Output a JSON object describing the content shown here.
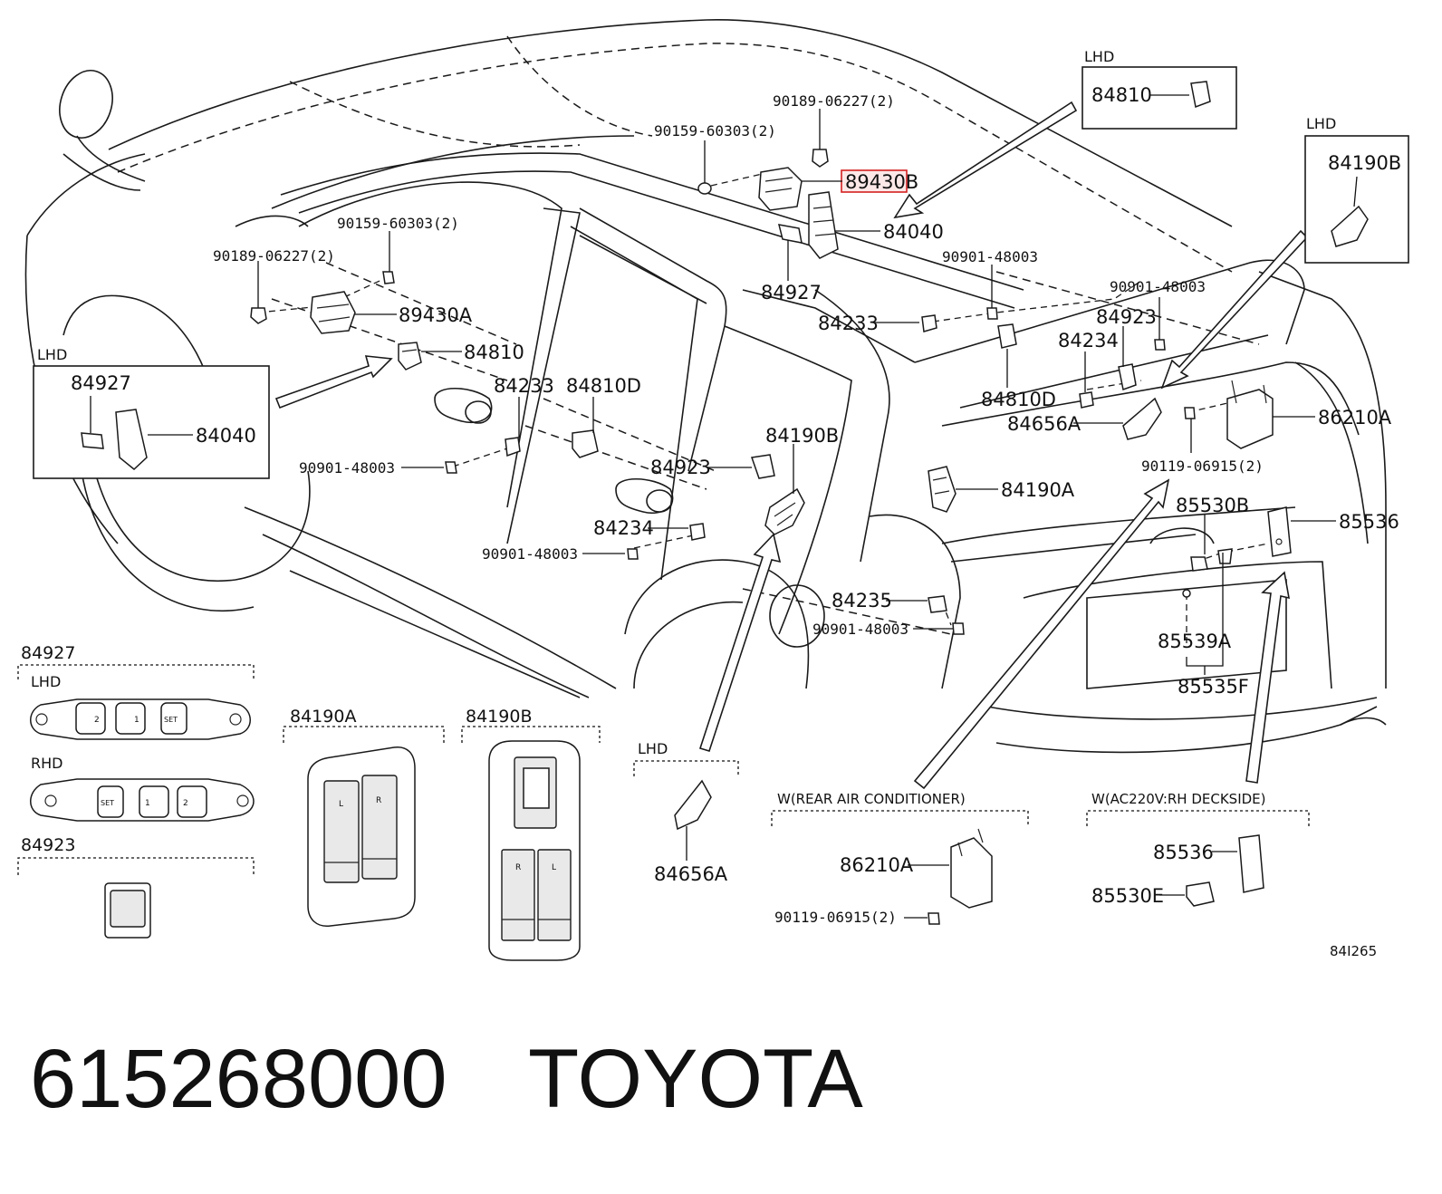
{
  "labels": {
    "l89430B": "89430B",
    "l84040_main": "84040",
    "l84927_main": "84927",
    "l90189_top": "90189-06227(2)",
    "l90159_top": "90159-60303(2)",
    "l90159_left": "90159-60303(2)",
    "l90189_left": "90189-06227(2)",
    "l89430A": "89430A",
    "l84810_main": "84810",
    "l84233_mid": "84233",
    "l84810D_mid": "84810D",
    "l90901_left": "90901-48003",
    "l84923_mid": "84923",
    "l84190B_mid": "84190B",
    "l84234_mid": "84234",
    "l90901_mid": "90901-48003",
    "l84233_right": "84233",
    "l90901_right1": "90901-48003",
    "l90901_right2": "90901-48003",
    "l84923_right": "84923",
    "l84234_right": "84234",
    "l84810D_right": "84810D",
    "l84656A_right": "84656A",
    "l86210A_right": "86210A",
    "l90119_right": "90119-06915(2)",
    "l84190A_right": "84190A",
    "l85530B": "85530B",
    "l85536_right": "85536",
    "l84235": "84235",
    "l90901_bottom": "90901-48003",
    "l85539A": "85539A",
    "l85535F": "85535F"
  },
  "insets": {
    "lhd_top_right": {
      "tag": "LHD",
      "part": "84810"
    },
    "lhd_right": {
      "tag": "LHD",
      "part": "84190B"
    },
    "lhd_left": {
      "tag": "LHD",
      "part_a": "84927",
      "part_b": "84040"
    }
  },
  "details": {
    "d84927": {
      "title": "84927",
      "lhd": "LHD",
      "rhd": "RHD",
      "btn_2": "2",
      "btn_1": "1",
      "btn_set": "SET"
    },
    "d84923": {
      "title": "84923"
    },
    "d84190A": {
      "title": "84190A",
      "left": "L",
      "right": "R"
    },
    "d84190B": {
      "title": "84190B",
      "left": "L",
      "right": "R"
    },
    "d84656A": {
      "tag": "LHD",
      "part": "84656A"
    },
    "d_rear_ac": {
      "title": "W(REAR AIR CONDITIONER)",
      "part": "86210A",
      "bolt": "90119-06915(2)"
    },
    "d_ac220v": {
      "title": "W(AC220V:RH DECKSIDE)",
      "part_a": "85536",
      "part_b": "85530E"
    }
  },
  "illustration_code": "84I265",
  "footer": {
    "part_number": "615268000",
    "brand": "TOYOTA"
  }
}
